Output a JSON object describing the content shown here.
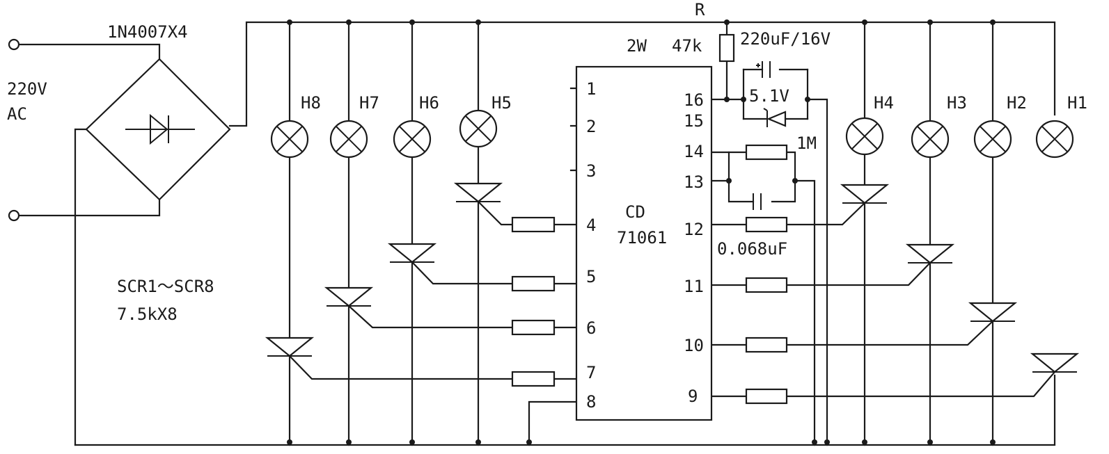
{
  "labels": {
    "r": "R",
    "diodes": "1N4007X4",
    "ac_volt": "220V",
    "ac": "AC",
    "r_power": "2W",
    "r_value": "47k",
    "cap": "220uF/16V",
    "zener": "5.1V",
    "res_1m": "1M",
    "cap2": "0.068uF",
    "ic_name": "CD",
    "ic_num": "71061",
    "scr": "SCR1～SCR8",
    "res_gate": "7.5kX8"
  },
  "lamps": {
    "h8": "H8",
    "h7": "H7",
    "h6": "H6",
    "h5": "H5",
    "h4": "H4",
    "h3": "H3",
    "h2": "H2",
    "h1": "H1"
  },
  "pins": {
    "p1": "1",
    "p2": "2",
    "p3": "3",
    "p4": "4",
    "p5": "5",
    "p6": "6",
    "p7": "7",
    "p8": "8",
    "p9": "9",
    "p10": "10",
    "p11": "11",
    "p12": "12",
    "p13": "13",
    "p14": "14",
    "p15": "15",
    "p16": "16"
  }
}
